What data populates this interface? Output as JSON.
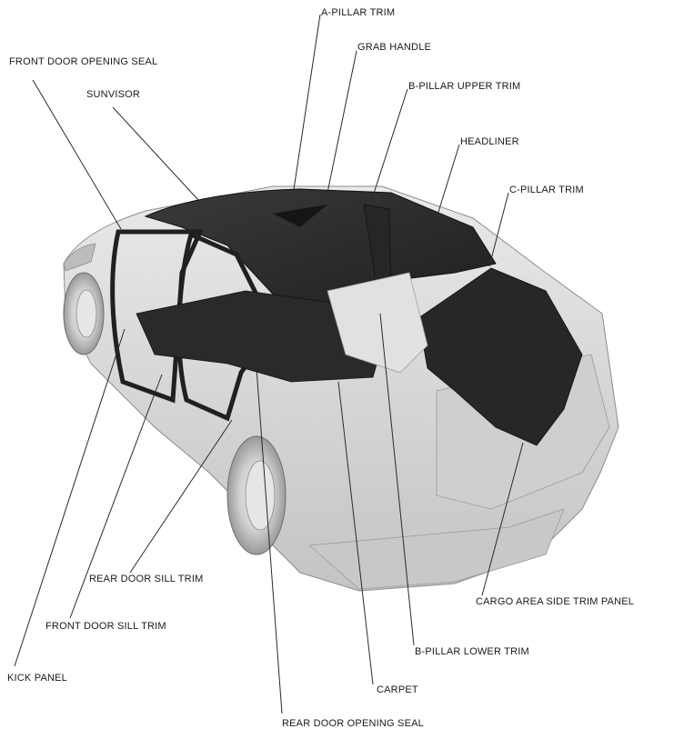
{
  "callouts": {
    "a_pillar_trim": "A-PILLAR TRIM",
    "grab_handle": "GRAB HANDLE",
    "front_door_opening_seal": "FRONT DOOR OPENING SEAL",
    "b_pillar_upper_trim": "B-PILLAR UPPER TRIM",
    "sunvisor": "SUNVISOR",
    "headliner": "HEADLINER",
    "c_pillar_trim": "C-PILLAR TRIM",
    "rear_door_sill_trim": "REAR DOOR SILL TRIM",
    "cargo_area_side_trim_panel": "CARGO AREA SIDE TRIM PANEL",
    "front_door_sill_trim": "FRONT DOOR SILL TRIM",
    "b_pillar_lower_trim": "B-PILLAR LOWER TRIM",
    "kick_panel": "KICK PANEL",
    "carpet": "CARPET",
    "rear_door_opening_seal": "REAR DOOR OPENING SEAL"
  },
  "colors": {
    "body_fill": "#d9d9d9",
    "interior_trim": "#2b2b2b",
    "leader_line": "#2a2a2a",
    "label_text": "#1a1a1a"
  }
}
